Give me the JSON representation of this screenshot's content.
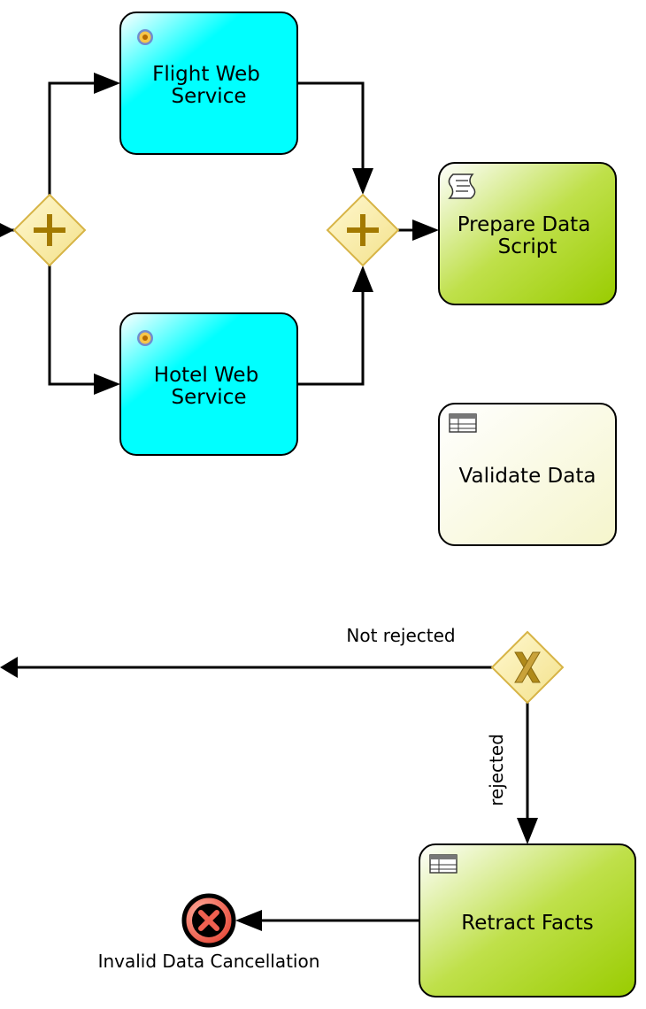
{
  "tasks": {
    "flight": {
      "label_line1": "Flight Web",
      "label_line2": "Service",
      "type": "service",
      "icon": "gear-icon"
    },
    "hotel": {
      "label_line1": "Hotel Web",
      "label_line2": "Service",
      "type": "service",
      "icon": "gear-icon"
    },
    "prepare": {
      "label_line1": "Prepare Data",
      "label_line2": "Script",
      "type": "script",
      "icon": "script-scroll-icon"
    },
    "validate": {
      "label": "Validate Data",
      "type": "business-rule",
      "icon": "table-icon"
    },
    "retract": {
      "label": "Retract Facts",
      "type": "business-rule",
      "icon": "table-icon"
    }
  },
  "gateways": {
    "fork": {
      "type": "parallel",
      "icon": "plus-icon"
    },
    "join": {
      "type": "parallel",
      "icon": "plus-icon"
    },
    "decision": {
      "type": "exclusive",
      "icon": "x-icon"
    }
  },
  "flows": {
    "not_rejected": {
      "label": "Not rejected"
    },
    "rejected": {
      "label": "rejected"
    }
  },
  "end_event": {
    "label": "Invalid Data Cancellation",
    "type": "error-end",
    "icon": "x-icon"
  },
  "colors": {
    "service_task_light": "#ffffff",
    "service_task_dark": "#00ffff",
    "green_task_light": "#ffffff",
    "green_task_dark": "#99cc00",
    "validate_task_light": "#ffffff",
    "validate_task_dark": "#f5f5cc",
    "gateway_fill": "#f9eda5",
    "gateway_stroke": "#d7b446",
    "gateway_symbol": "#a37a00",
    "end_event_fill": "#f06050",
    "flow_stroke": "#000000"
  }
}
